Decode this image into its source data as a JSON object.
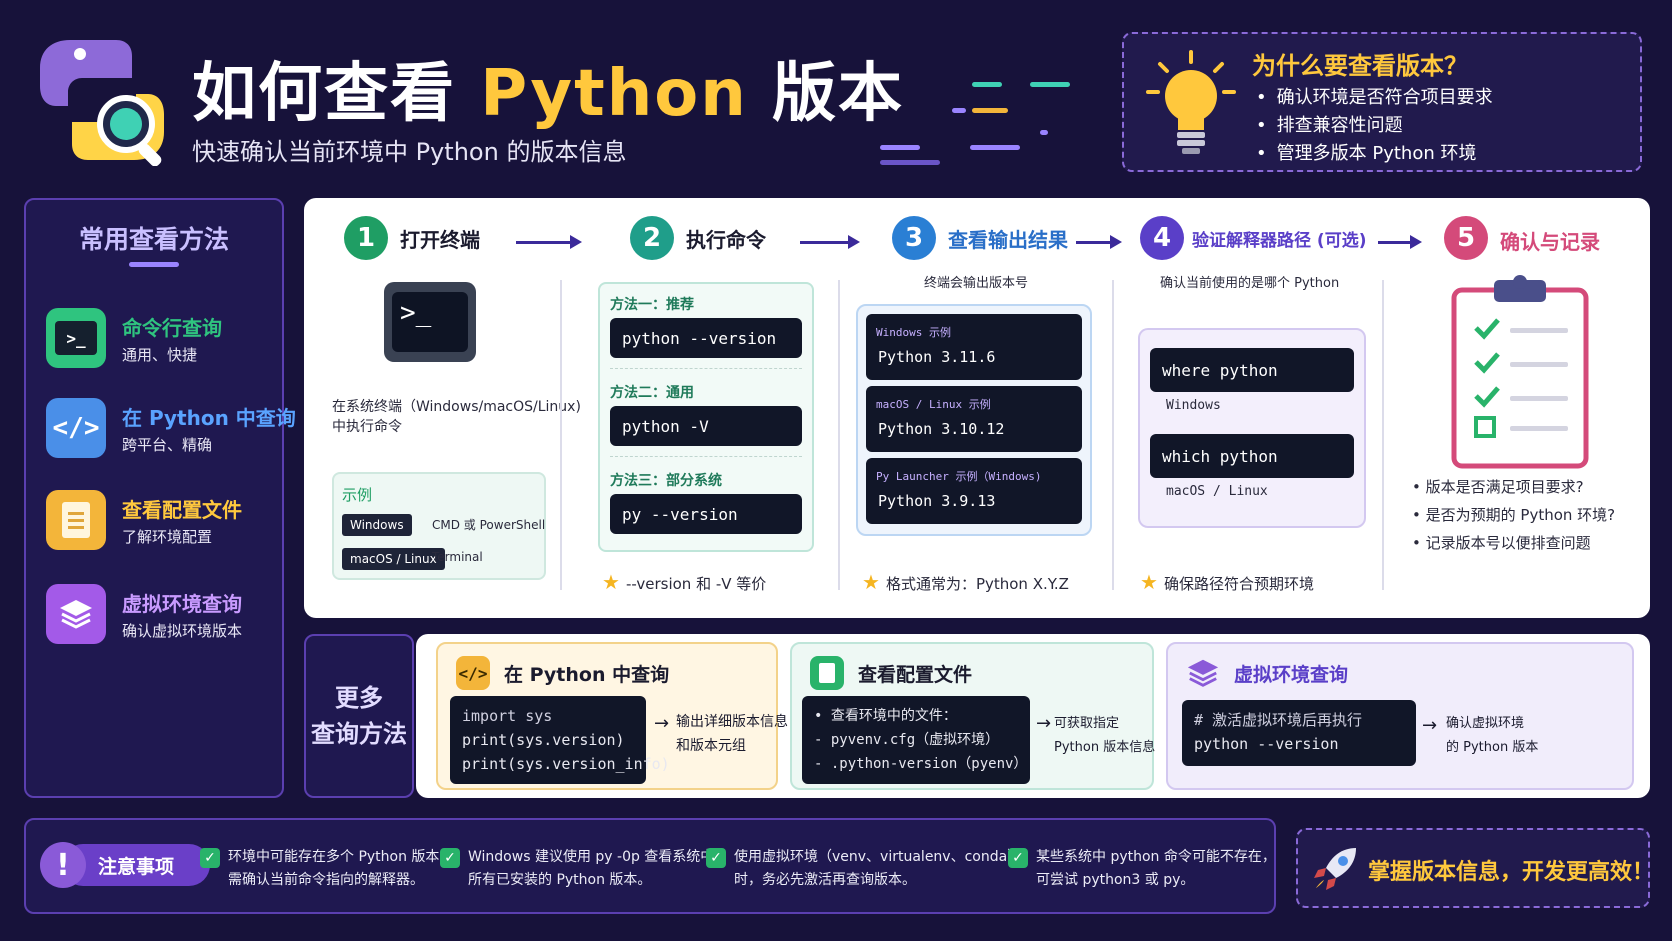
{
  "header": {
    "title_prefix": "如何查看",
    "title_highlight": "Python",
    "title_suffix": "版本",
    "subtitle": "快速确认当前环境中 Python 的版本信息"
  },
  "why": {
    "title": "为什么要查看版本？",
    "items": [
      "确认环境是否符合项目要求",
      "排查兼容性问题",
      "管理多版本 Python 环境"
    ]
  },
  "sidebar": {
    "title": "常用查看方法",
    "items": [
      {
        "name": "命令行查询",
        "desc": "通用、快捷",
        "color": "#2fc47f",
        "icon": "terminal-icon"
      },
      {
        "name": "在 Python 中查询",
        "desc": "跨平台、精确",
        "color": "#4a8fe8",
        "icon": "code-icon"
      },
      {
        "name": "查看配置文件",
        "desc": "了解环境配置",
        "color": "#f3b53a",
        "icon": "file-icon"
      },
      {
        "name": "虚拟环境查询",
        "desc": "确认虚拟环境版本",
        "color": "#a35ae8",
        "icon": "layers-icon"
      }
    ]
  },
  "steps": {
    "s1": {
      "num": "1",
      "title": "打开终端",
      "desc1": "在系统终端（Windows/macOS/Linux)",
      "desc2": "中执行命令",
      "example_label": "示例",
      "ex": [
        {
          "os": "Windows",
          "shell": "CMD 或 PowerShell"
        },
        {
          "os": "macOS / Linux",
          "shell": "Terminal"
        }
      ]
    },
    "s2": {
      "num": "2",
      "title": "执行命令",
      "m1": "方法一：推荐",
      "c1": "python --version",
      "m2": "方法二：通用",
      "c2": "python -V",
      "m3": "方法三：部分系统",
      "c3": "py --version",
      "note": "--version 和  -V 等价"
    },
    "s3": {
      "num": "3",
      "title": "查看输出结果",
      "sub": "终端会输出版本号",
      "o": [
        {
          "label": "Windows 示例",
          "value": "Python 3.11.6"
        },
        {
          "label": "macOS / Linux 示例",
          "value": "Python 3.10.12"
        },
        {
          "label": "Py Launcher 示例（Windows)",
          "value": "Python 3.9.13"
        }
      ],
      "note": "格式通常为：Python X.Y.Z"
    },
    "s4": {
      "num": "4",
      "title": "验证解释器路径 (可选)",
      "sub": "确认当前使用的是哪个 Python",
      "c1": "where python",
      "l1": "Windows",
      "c2": "which python",
      "l2": "macOS / Linux",
      "note": "确保路径符合预期环境"
    },
    "s5": {
      "num": "5",
      "title": "确认与记录",
      "items": [
        "版本是否满足项目要求?",
        "是否为预期的 Python 环境?",
        "记录版本号以便排查问题"
      ]
    }
  },
  "more": {
    "label1": "更多",
    "label2": "查询方法",
    "c1": {
      "title": "在 Python 中查询",
      "code": [
        "import sys",
        "print(sys.version)",
        "print(sys.version_info)"
      ],
      "res1": "输出详细版本信息",
      "res2": "和版本元组"
    },
    "c2": {
      "title": "查看配置文件",
      "code": [
        "• 查看环境中的文件：",
        "- pyvenv.cfg（虚拟环境）",
        "- .python-version（pyenv）"
      ],
      "res1": "可获取指定",
      "res2": "Python 版本信息"
    },
    "c3": {
      "title": "虚拟环境查询",
      "code": [
        "# 激活虚拟环境后再执行",
        "python --version"
      ],
      "res1": "确认虚拟环境",
      "res2": "的 Python 版本"
    }
  },
  "footer": {
    "label": "注意事项",
    "items": [
      [
        "环境中可能存在多个 Python 版本，",
        "需确认当前命令指向的解释器。"
      ],
      [
        "Windows 建议使用 py -0p 查看系统中",
        "所有已安装的 Python 版本。"
      ],
      [
        "使用虚拟环境（venv、virtualenv、conda）",
        "时，务必先激活再查询版本。"
      ],
      [
        "某些系统中 python 命令可能不存在，",
        "可尝试 python3 或 py。"
      ]
    ],
    "slogan": "掌握版本信息，开发更高效！"
  }
}
